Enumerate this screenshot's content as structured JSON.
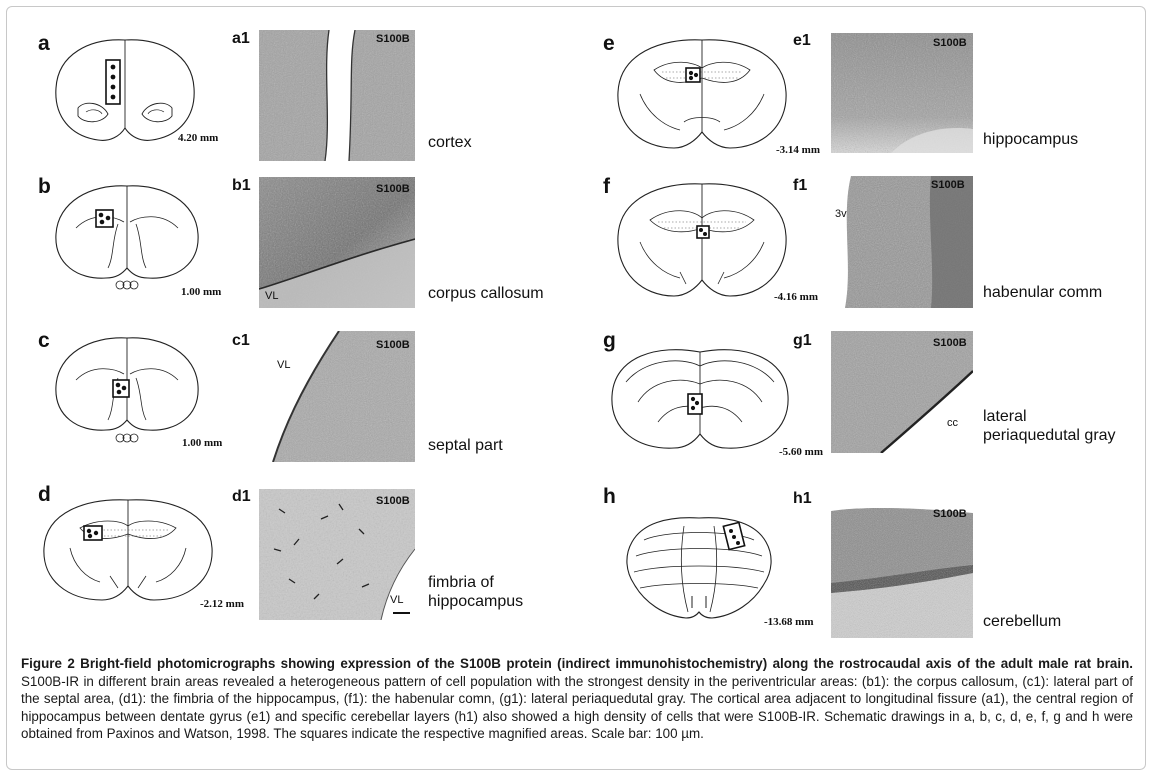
{
  "micro_tag": "S100B",
  "panels": {
    "a": {
      "letter": "a",
      "sub": "a1",
      "coord": "4.20 mm",
      "region": "cortex"
    },
    "b": {
      "letter": "b",
      "sub": "b1",
      "coord": "1.00 mm",
      "region": "corpus callosum",
      "inner": "VL"
    },
    "c": {
      "letter": "c",
      "sub": "c1",
      "coord": "1.00 mm",
      "region": "septal part",
      "inner": "VL"
    },
    "d": {
      "letter": "d",
      "sub": "d1",
      "coord": "-2.12 mm",
      "region_l1": "fimbria of",
      "region_l2": "hippocampus",
      "inner": "VL"
    },
    "e": {
      "letter": "e",
      "sub": "e1",
      "coord": "-3.14 mm",
      "region": "hippocampus"
    },
    "f": {
      "letter": "f",
      "sub": "f1",
      "coord": "-4.16 mm",
      "region": "habenular comm",
      "inner": "3v"
    },
    "g": {
      "letter": "g",
      "sub": "g1",
      "coord": "-5.60 mm",
      "region_l1": "lateral",
      "region_l2": "periaquedutal gray",
      "inner": "cc"
    },
    "h": {
      "letter": "h",
      "sub": "h1",
      "coord": "-13.68 mm",
      "region": "cerebellum"
    }
  },
  "caption": {
    "title": "Figure 2 Bright-field photomicrographs showing expression of the S100B protein (indirect immunohistochemistry) along the rostrocaudal axis of the adult male rat brain.",
    "body": " S100B-IR in different brain areas revealed a heterogeneous pattern of cell population with the strongest density in the periventricular areas: (b1): the corpus callosum, (c1): lateral part of the septal area, (d1): the fimbria of the hippocampus, (f1): the habenular comn, (g1): lateral periaquedutal gray. The cortical area adjacent to longitudinal fissure (a1), the central region of hippocampus between dentate gyrus (e1) and specific cerebellar layers (h1) also showed a high density of cells that were S100B-IR. Schematic drawings in a, b, c, d, e, f, g and h were obtained from Paxinos and Watson, 1998. The squares indicate the respective magnified areas. Scale bar: 100 µm."
  }
}
